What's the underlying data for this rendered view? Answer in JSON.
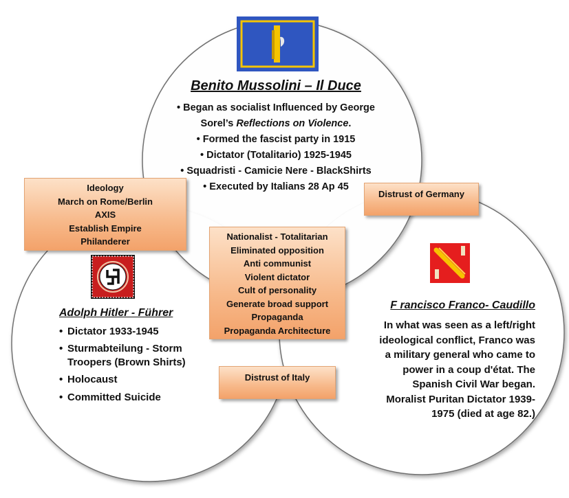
{
  "mussolini": {
    "title": "Benito Mussolini – Il Duce",
    "bullets": [
      "• Began as socialist Influenced by George",
      "Sorel’s ",
      "Reflections on Violence",
      ".",
      "• Formed the fascist party in 1915",
      "• Dictator (Totalitario) 1925-1945",
      "• Squadristi  - Camicie Nere - BlackShirts",
      "• Executed by Italians 28 Ap 45"
    ]
  },
  "hitler": {
    "title": "Adolph Hitler - Führer",
    "bullets": [
      "Dictator 1933-1945",
      "Sturmabteilung - Storm",
      "Troopers (Brown Shirts)",
      "Holocaust",
      "Committed Suicide"
    ]
  },
  "franco": {
    "title": "F rancisco Franco- Caudillo",
    "description": [
      "In what was seen as a left/right",
      "ideological conflict, Franco was",
      "a military general who came to",
      "power in a coup d'état. The",
      "Spanish Civil War began.",
      "Moralist Puritan Dictator 1939-",
      "1975 (died at age 82.)"
    ]
  },
  "boxes": {
    "hitler_mussolini": [
      "Ideology",
      "March on Rome/Berlin",
      "AXIS",
      "Establish Empire",
      "Philanderer"
    ],
    "mussolini_franco": [
      "Distrust of Germany"
    ],
    "hitler_franco": [
      "Distrust of Italy"
    ],
    "center": [
      "Nationalist - Totalitarian",
      "Eliminated opposition",
      "Anti communist",
      "Violent dictator",
      "Cult of personality",
      "Generate broad support",
      "Propaganda",
      "Propaganda Architecture"
    ]
  },
  "colors": {
    "italy_flag_bg": "#2f56c0",
    "italy_flag_accent": "#f5c400",
    "spain_flag_bg": "#e51e1e",
    "spain_flag_accent": "#f7c300",
    "box_fill": "#f7b98a"
  }
}
